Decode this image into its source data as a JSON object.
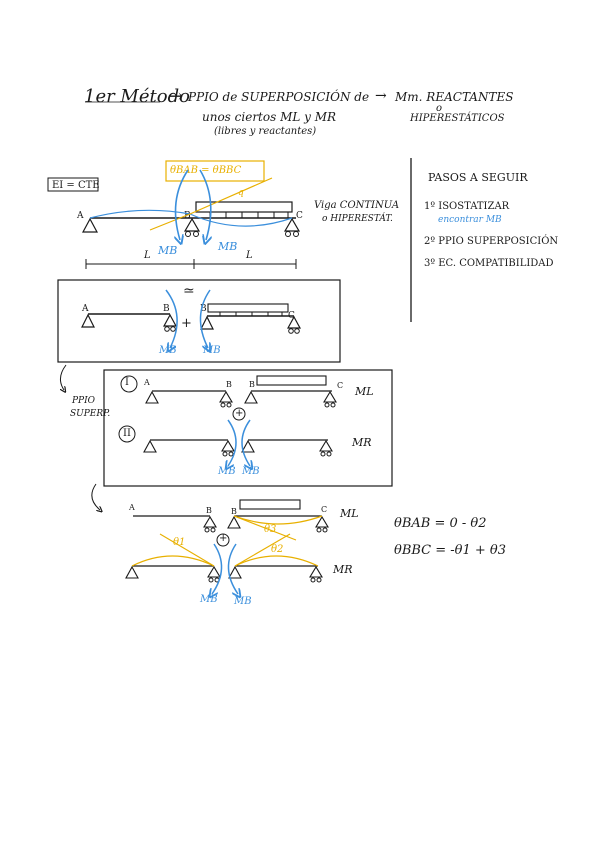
{
  "header": {
    "method": "1er Método",
    "arrow": "→",
    "principle": "PPIO de SUPERPOSICIÓN de",
    "arrow2": "→",
    "target_a": "Mm. REACTANTES",
    "target_or": "o",
    "target_b": "HIPERESTÁTICOS",
    "sub1": "unos ciertos ML y MR",
    "sub2": "(libres y reactantes)"
  },
  "steps": {
    "title": "PASOS A SEGUIR",
    "items": [
      "1º ISOSTATIZAR",
      "2º PPIO SUPERPOSICIÓN",
      "3º EC. COMPATIBILIDAD"
    ],
    "note": "encontrar MB"
  },
  "diagram1": {
    "ei": "EI = CTE",
    "theta_box": "θBAB = θBBC",
    "node_a": "A",
    "node_b": "B",
    "node_c": "C",
    "load": "q",
    "moment": "MB",
    "span_label": "L",
    "beam_label_1": "Viga CONTINUA",
    "beam_label_2": "o HIPERESTÁT."
  },
  "diagram2": {
    "node_a": "A",
    "node_b": "B",
    "node_c": "C",
    "approx": "≃",
    "plus": "+",
    "moment": "MB"
  },
  "diagram3": {
    "side_label_1": "PPIO",
    "side_label_2": "SUPERP.",
    "case1": "I",
    "case2": "II",
    "plus": "+",
    "ml": "ML",
    "mr": "MR",
    "moment": "MB",
    "node_a": "A",
    "node_b": "B",
    "node_c": "C"
  },
  "diagram4": {
    "node_a": "A",
    "node_b": "B",
    "node_c": "C",
    "plus": "+",
    "ml": "ML",
    "mr": "MR",
    "moment": "MB",
    "theta1": "θ1",
    "theta2": "θ2",
    "theta3": "θ3"
  },
  "equations": {
    "eq1": "θBAB = 0 - θ2",
    "eq2": "θBBC = -θ1 + θ3"
  },
  "colors": {
    "ink": "#1a1a1a",
    "blue": "#3b8fdc",
    "yellow": "#e8b000"
  }
}
